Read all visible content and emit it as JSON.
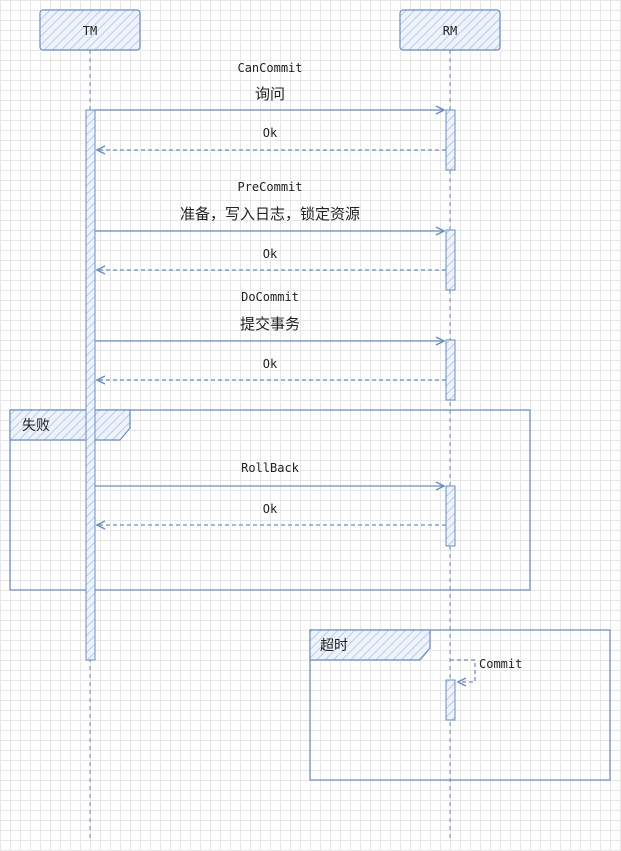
{
  "participants": [
    {
      "name": "TM"
    },
    {
      "name": "RM"
    }
  ],
  "messages": [
    {
      "name": "CanCommit",
      "desc": "询问",
      "reply": "Ok"
    },
    {
      "name": "PreCommit",
      "desc": "准备，写入日志，锁定资源",
      "reply": "Ok"
    },
    {
      "name": "DoCommit",
      "desc": "提交事务",
      "reply": "Ok"
    }
  ],
  "failure_fragment": {
    "label": "失败",
    "message": {
      "name": "RollBack",
      "reply": "Ok"
    }
  },
  "timeout_fragment": {
    "label": "超时",
    "self_message": "Commit"
  },
  "colors": {
    "line": "#6c8ebf",
    "box_fill": "#dae8fc",
    "text": "#222222"
  }
}
